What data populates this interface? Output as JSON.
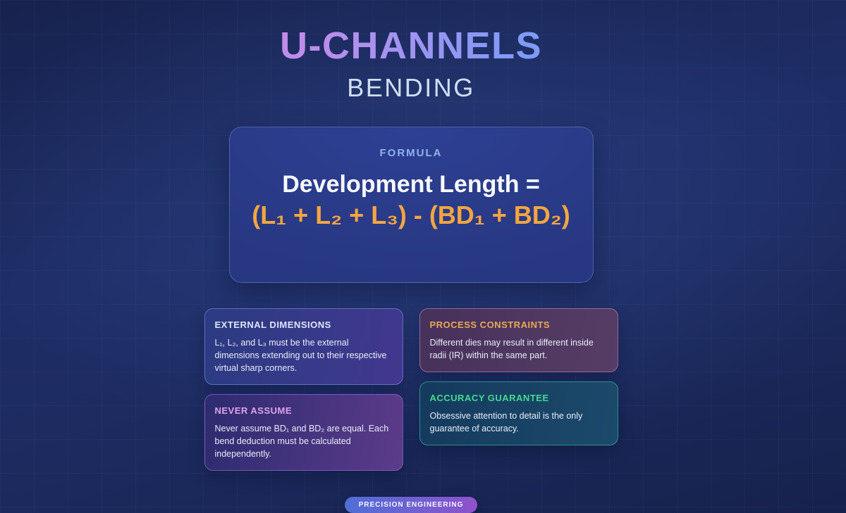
{
  "header": {
    "title": "U-CHANNELS",
    "subtitle": "BENDING"
  },
  "formula": {
    "label": "FORMULA",
    "lhs": "Development Length =",
    "rhs": "(L₁ + L₂ + L₃) - (BD₁ + BD₂)"
  },
  "cards": [
    {
      "id": "external-dimensions",
      "title": "EXTERNAL DIMENSIONS",
      "body": "L₁, L₂, and L₃ must be the external dimensions extending out to their respective virtual sharp corners.",
      "accent": "#dfe5f8",
      "border": "rgba(125,155,235,0.55)",
      "bg_from": "#2b3b82",
      "bg_to": "#42388f"
    },
    {
      "id": "process-constraints",
      "title": "PROCESS CONSTRAINTS",
      "body": "Different dies may result in different inside radii (IR) within the same part.",
      "accent": "#eba756",
      "border": "rgba(213,152,213,0.5)",
      "bg_from": "#46315a",
      "bg_to": "#563d66"
    },
    {
      "id": "never-assume",
      "title": "NEVER ASSUME",
      "body": "Never assume BD₁ and BD₂ are equal. Each bend deduction must be calculated independently.",
      "accent": "#dca3ea",
      "border": "rgba(160,122,228,0.55)",
      "bg_from": "#2d2b70",
      "bg_to": "#5c3b8a"
    },
    {
      "id": "accuracy-guarantee",
      "title": "ACCURACY GUARANTEE",
      "body": "Obsessive attention to detail is the only guarantee of accuracy.",
      "accent": "#42da8e",
      "border": "rgba(62,205,168,0.55)",
      "bg_from": "#143a5e",
      "bg_to": "#1c4a6b"
    }
  ],
  "footer": {
    "badge": "PRECISION ENGINEERING"
  },
  "colors": {
    "page_bg_top": "#17224e",
    "page_bg_mid": "#1e2d66",
    "page_bg_bottom": "#16224c",
    "title_gradient_from": "#c08cea",
    "title_gradient_to": "#7e9bf7",
    "subtitle_text": "#cfdff2",
    "formula_card_bg": "#293a89",
    "formula_label": "#8fb3ee",
    "formula_accent": "#f3a640",
    "formula_lhs_text": "#f7f9fd",
    "badge_gradient_from": "#4f6fd6",
    "badge_gradient_to": "#8e52cc"
  }
}
